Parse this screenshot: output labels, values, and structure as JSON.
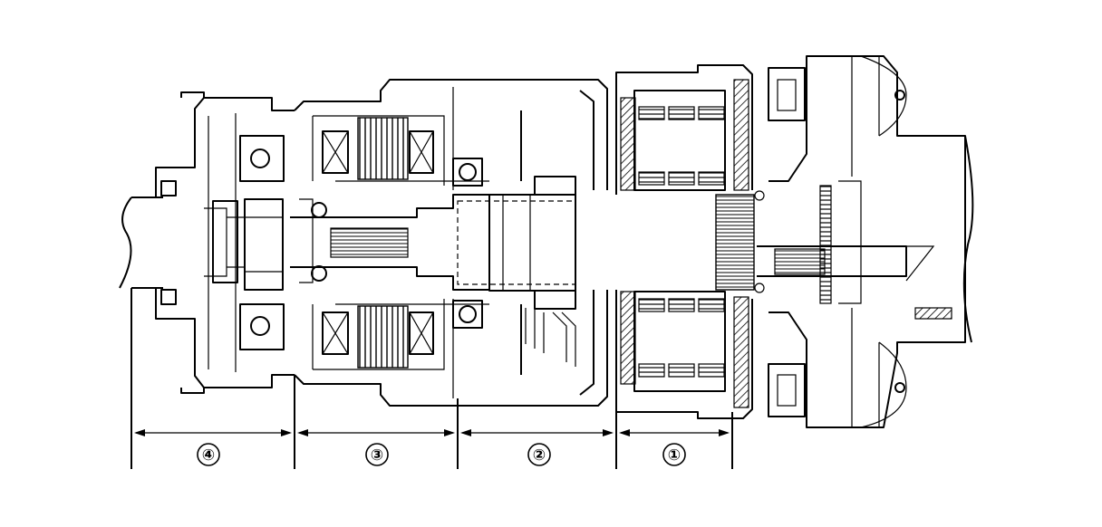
{
  "diagram": {
    "sections": [
      {
        "label": "④"
      },
      {
        "label": "③"
      },
      {
        "label": "②"
      },
      {
        "label": "①"
      }
    ]
  }
}
